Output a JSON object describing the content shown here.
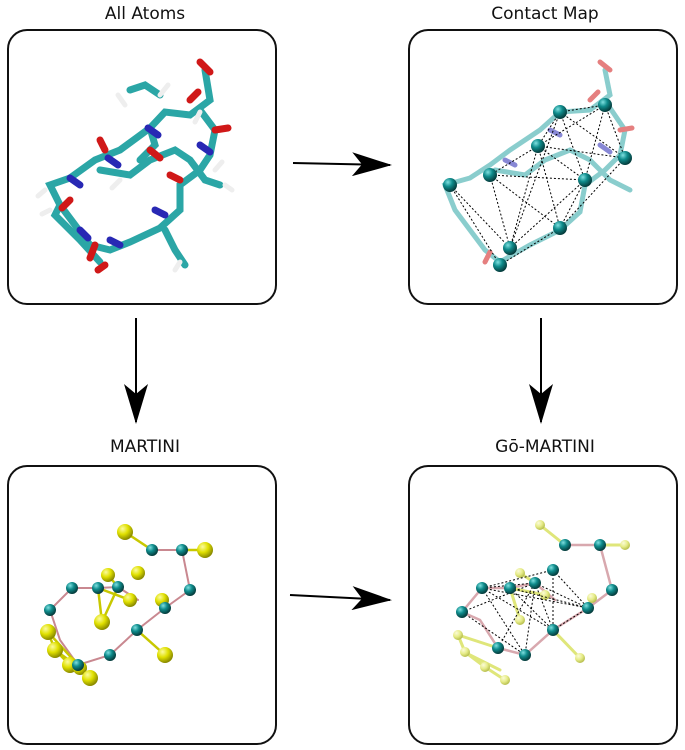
{
  "panels": {
    "all_atoms": {
      "title": "All Atoms"
    },
    "contact_map": {
      "title": "Contact Map"
    },
    "martini": {
      "title": "MARTINI"
    },
    "go_martini": {
      "title": "Gō-MARTINI"
    }
  },
  "colors": {
    "bead": "#0f8c8c",
    "bead_dark": "#064a4a",
    "side_chain": "#e0e000",
    "side_chain_light": "#e8ee80",
    "bond_pink": "#d89aa0",
    "carbon": "#2ba6a6",
    "oxygen": "#d01818",
    "nitrogen": "#2828b4",
    "hydrogen": "#f2f2f2",
    "contact_line": "#000000",
    "arrow": "#000000"
  },
  "arrows": [
    "all-atoms-to-contact-map",
    "all-atoms-to-martini",
    "contact-map-to-go-martini",
    "martini-to-go-martini"
  ]
}
